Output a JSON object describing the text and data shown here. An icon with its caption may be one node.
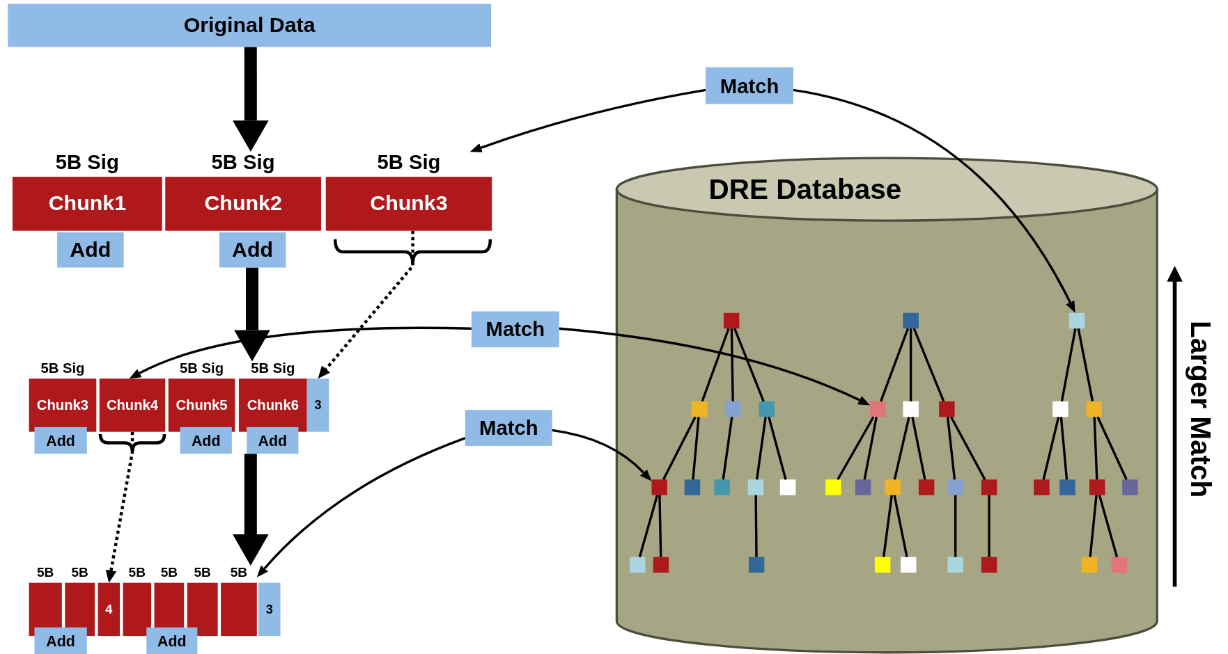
{
  "diagram": {
    "nodes": [
      {
        "text": [
          "Original Data"
        ]
      },
      {
        "text": [
          "5B Sig",
          "Chunk1"
        ]
      },
      {
        "text": [
          "Add"
        ]
      },
      {
        "text": [
          "5B Sig",
          "Chunk2"
        ]
      },
      {
        "text": [
          "Add"
        ]
      },
      {
        "text": [
          "5B Sig",
          "Chunk3"
        ]
      },
      {
        "text": [
          "Match"
        ]
      },
      {
        "text": [
          "5B Sig",
          "Chunk3"
        ]
      },
      {
        "text": [
          "Add"
        ]
      },
      {
        "text": [
          "Chunk4"
        ]
      },
      {
        "text": [
          "5B Sig",
          "Chunk5"
        ]
      },
      {
        "text": [
          "Add"
        ]
      },
      {
        "text": [
          "5B Sig",
          "Chunk6"
        ]
      },
      {
        "text": [
          "Add"
        ]
      },
      {
        "text": [
          "3"
        ]
      },
      {
        "text": [
          "Match"
        ]
      },
      {
        "text": [
          "Match"
        ]
      },
      {
        "text": [
          "5B"
        ]
      },
      {
        "text": [
          "Add"
        ]
      },
      {
        "text": [
          "5B"
        ]
      },
      {
        "text": [
          "4"
        ]
      },
      {
        "text": [
          "5B"
        ]
      },
      {
        "text": [
          "5B"
        ]
      },
      {
        "text": [
          "Add"
        ]
      },
      {
        "text": [
          "5B"
        ]
      },
      {
        "text": [
          "5B"
        ]
      },
      {
        "text": [
          "3"
        ]
      },
      {
        "text": [
          "DRE Database"
        ]
      },
      {
        "text": [],
        "shape": "box",
        "in": 27
      },
      {
        "text": [],
        "shape": "box",
        "in": 27
      },
      {
        "text": [],
        "shape": "box",
        "in": 27
      },
      {
        "text": [],
        "shape": "box",
        "in": 27
      },
      {
        "text": [],
        "shape": "box",
        "in": 27
      },
      {
        "text": [],
        "shape": "box",
        "in": 27
      },
      {
        "text": [],
        "shape": "box",
        "in": 27
      },
      {
        "text": [],
        "shape": "box",
        "in": 27
      },
      {
        "text": [],
        "shape": "box",
        "in": 27
      },
      {
        "text": [],
        "shape": "box",
        "in": 27
      },
      {
        "text": [],
        "shape": "box",
        "in": 27
      },
      {
        "text": [],
        "shape": "box",
        "in": 27
      },
      {
        "text": [],
        "shape": "box",
        "in": 27
      },
      {
        "text": [],
        "shape": "box",
        "in": 27
      },
      {
        "text": [],
        "shape": "box",
        "in": 27
      },
      {
        "text": [],
        "shape": "box",
        "in": 27
      },
      {
        "text": [],
        "shape": "box",
        "in": 27
      },
      {
        "text": [],
        "shape": "box",
        "in": 27
      },
      {
        "text": [],
        "shape": "box",
        "in": 27
      },
      {
        "text": [],
        "shape": "box",
        "in": 27
      },
      {
        "text": [],
        "shape": "box",
        "in": 27
      },
      {
        "text": [],
        "shape": "box",
        "in": 27
      },
      {
        "text": [],
        "shape": "box",
        "in": 27
      },
      {
        "text": [],
        "shape": "box",
        "in": 27
      },
      {
        "text": [],
        "shape": "box",
        "in": 27
      },
      {
        "text": [],
        "shape": "box",
        "in": 27
      },
      {
        "text": [],
        "shape": "box",
        "in": 27
      },
      {
        "text": [],
        "shape": "box",
        "in": 27
      },
      {
        "text": [],
        "shape": "box",
        "in": 27
      },
      {
        "text": [],
        "shape": "box",
        "in": 27
      },
      {
        "text": [],
        "shape": "box",
        "in": 27
      },
      {
        "text": [],
        "shape": "box",
        "in": 27
      },
      {
        "text": [],
        "shape": "box",
        "in": 27
      },
      {
        "text": [],
        "shape": "box",
        "in": 27
      },
      {
        "text": [],
        "shape": "box",
        "in": 27
      }
    ],
    "edges": [
      {
        "from": 0,
        "to": 3,
        "arrow": "to",
        "style": "thick"
      },
      {
        "from": 4,
        "to": 12,
        "arrow": "to",
        "style": "thick"
      },
      {
        "from": 13,
        "to": 25,
        "arrow": "to",
        "style": "thick"
      },
      {
        "from": 5,
        "to": 14,
        "arrow": "to",
        "style": "dashed"
      },
      {
        "from": 9,
        "to": 20,
        "arrow": "to",
        "style": "dashed"
      },
      {
        "from": 6,
        "to": 5,
        "arrow": "to"
      },
      {
        "from": 6,
        "to": 54,
        "arrow": "to"
      },
      {
        "from": 15,
        "to": 9,
        "arrow": "to"
      },
      {
        "from": 15,
        "to": 41,
        "arrow": "to"
      },
      {
        "from": 16,
        "to": 25,
        "arrow": "to"
      },
      {
        "from": 16,
        "to": 32,
        "arrow": "to"
      },
      {
        "from": 28,
        "to": 29,
        "arrow": "none"
      },
      {
        "from": 28,
        "to": 30,
        "arrow": "none"
      },
      {
        "from": 28,
        "to": 31,
        "arrow": "none"
      },
      {
        "from": 29,
        "to": 32,
        "arrow": "none"
      },
      {
        "from": 29,
        "to": 33,
        "arrow": "none"
      },
      {
        "from": 30,
        "to": 34,
        "arrow": "none"
      },
      {
        "from": 31,
        "to": 35,
        "arrow": "none"
      },
      {
        "from": 31,
        "to": 36,
        "arrow": "none"
      },
      {
        "from": 32,
        "to": 37,
        "arrow": "none"
      },
      {
        "from": 32,
        "to": 38,
        "arrow": "none"
      },
      {
        "from": 35,
        "to": 39,
        "arrow": "none"
      },
      {
        "from": 40,
        "to": 41,
        "arrow": "none"
      },
      {
        "from": 40,
        "to": 42,
        "arrow": "none"
      },
      {
        "from": 40,
        "to": 43,
        "arrow": "none"
      },
      {
        "from": 41,
        "to": 44,
        "arrow": "none"
      },
      {
        "from": 41,
        "to": 45,
        "arrow": "none"
      },
      {
        "from": 42,
        "to": 46,
        "arrow": "none"
      },
      {
        "from": 42,
        "to": 47,
        "arrow": "none"
      },
      {
        "from": 43,
        "to": 48,
        "arrow": "none"
      },
      {
        "from": 43,
        "to": 49,
        "arrow": "none"
      },
      {
        "from": 46,
        "to": 50,
        "arrow": "none"
      },
      {
        "from": 46,
        "to": 51,
        "arrow": "none"
      },
      {
        "from": 48,
        "to": 52,
        "arrow": "none"
      },
      {
        "from": 49,
        "to": 53,
        "arrow": "none"
      },
      {
        "from": 54,
        "to": 55,
        "arrow": "none"
      },
      {
        "from": 54,
        "to": 56,
        "arrow": "none"
      },
      {
        "from": 55,
        "to": 57,
        "arrow": "none"
      },
      {
        "from": 55,
        "to": 58,
        "arrow": "none"
      },
      {
        "from": 56,
        "to": 59,
        "arrow": "none"
      },
      {
        "from": 56,
        "to": 60,
        "arrow": "none"
      },
      {
        "from": 59,
        "to": 61,
        "arrow": "none"
      },
      {
        "from": 59,
        "to": 62,
        "arrow": "none"
      }
    ],
    "labels": [
      "Larger Match"
    ]
  }
}
